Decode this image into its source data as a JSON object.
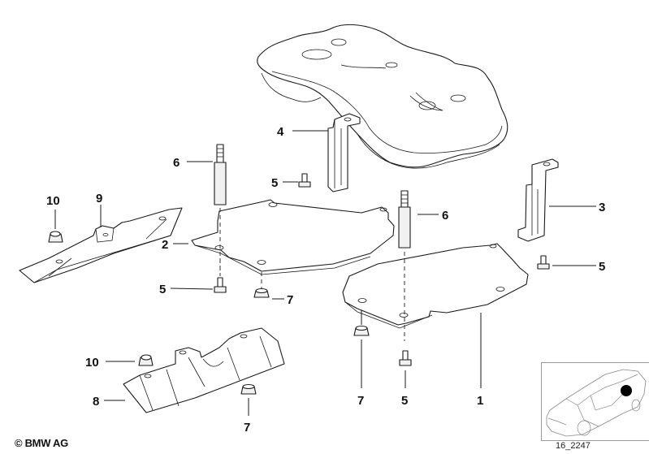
{
  "diagram": {
    "title": "Fuel tank underbody shield / guard plate assembly",
    "callouts": [
      {
        "id": "c1",
        "label": "1",
        "part": "guard-plate-right"
      },
      {
        "id": "c2",
        "label": "2",
        "part": "guard-plate-left"
      },
      {
        "id": "c3",
        "label": "3",
        "part": "bracket-right"
      },
      {
        "id": "c4",
        "label": "4",
        "part": "bracket-left"
      },
      {
        "id": "c5a",
        "label": "5",
        "part": "hex-bolt"
      },
      {
        "id": "c5b",
        "label": "5",
        "part": "hex-bolt"
      },
      {
        "id": "c5c",
        "label": "5",
        "part": "hex-bolt"
      },
      {
        "id": "c5d",
        "label": "5",
        "part": "hex-bolt"
      },
      {
        "id": "c6a",
        "label": "6",
        "part": "stud-spacer"
      },
      {
        "id": "c6b",
        "label": "6",
        "part": "stud-spacer"
      },
      {
        "id": "c7a",
        "label": "7",
        "part": "hex-nut"
      },
      {
        "id": "c7b",
        "label": "7",
        "part": "hex-nut"
      },
      {
        "id": "c7c",
        "label": "7",
        "part": "hex-nut"
      },
      {
        "id": "c8",
        "label": "8",
        "part": "protection-shield-lower"
      },
      {
        "id": "c9",
        "label": "9",
        "part": "protection-rail"
      },
      {
        "id": "c10a",
        "label": "10",
        "part": "cap-nut"
      },
      {
        "id": "c10b",
        "label": "10",
        "part": "cap-nut"
      }
    ]
  },
  "footer": {
    "copyright": "© BMW AG",
    "diagram_id": "16_2247"
  },
  "thumbnail": {
    "description": "car-location-thumbnail",
    "marker_color": "#000000"
  }
}
